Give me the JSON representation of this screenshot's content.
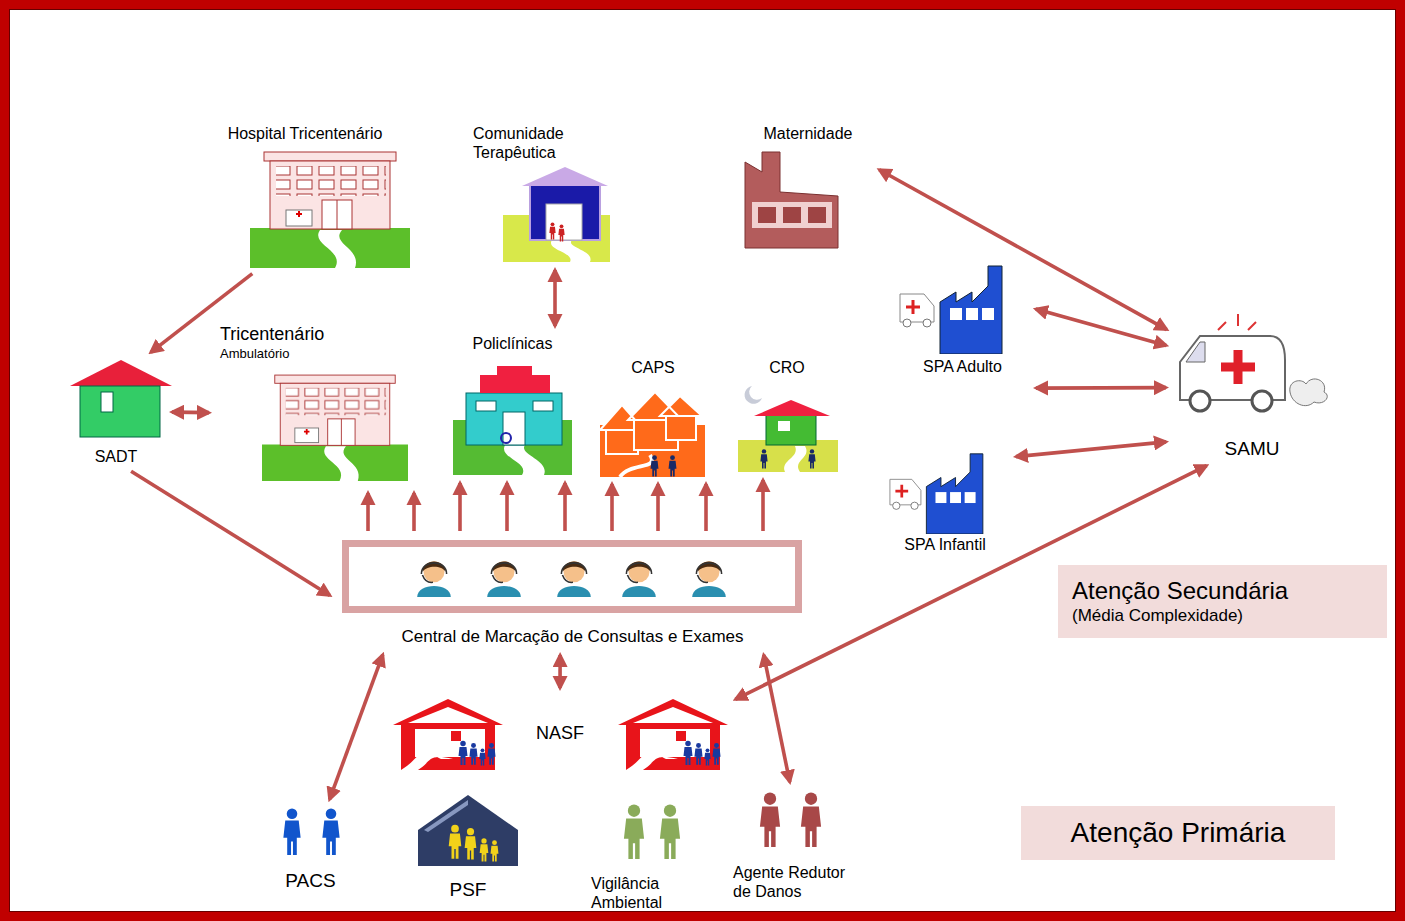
{
  "diagram": {
    "nodes": [
      {
        "text": [
          "Hospital Tricentenário"
        ]
      },
      {
        "text": [
          "Comunidade Terapêutica"
        ]
      },
      {
        "text": [
          "Maternidade"
        ]
      },
      {
        "text": [
          "Tricentenário",
          "Ambulatório"
        ]
      },
      {
        "text": [
          "Policlínicas"
        ]
      },
      {
        "text": [
          "CAPS"
        ]
      },
      {
        "text": [
          "CRO"
        ]
      },
      {
        "text": [
          "SADT"
        ]
      },
      {
        "text": [
          "SPA Adulto"
        ]
      },
      {
        "text": [
          "SPA Infantil"
        ]
      },
      {
        "text": [
          "SAMU"
        ]
      },
      {
        "text": [
          "Central de Marcação de Consultas e Exames"
        ]
      },
      {
        "text": [
          "NASF"
        ]
      },
      {
        "text": [
          "PACS"
        ]
      },
      {
        "text": [
          "PSF"
        ]
      },
      {
        "text": [
          "Vigilância Ambiental"
        ]
      },
      {
        "text": [
          "Agente Redutor de Danos"
        ]
      },
      {
        "text": [
          "Atenção Secundária",
          "(Média Complexidade)"
        ]
      },
      {
        "text": [
          "Atenção Primária"
        ]
      }
    ],
    "edges": [
      {
        "from": 0,
        "to": 7,
        "arrow": "to"
      },
      {
        "from": 1,
        "to": 4,
        "arrow": "both"
      },
      {
        "from": 2,
        "to": 10,
        "arrow": "both"
      },
      {
        "from": 7,
        "to": 3,
        "arrow": "both"
      },
      {
        "from": 7,
        "to": 11,
        "arrow": "to"
      },
      {
        "from": 11,
        "to": 3,
        "arrow": "to"
      },
      {
        "from": 11,
        "to": 3,
        "arrow": "to"
      },
      {
        "from": 11,
        "to": 4,
        "arrow": "to"
      },
      {
        "from": 11,
        "to": 4,
        "arrow": "to"
      },
      {
        "from": 11,
        "to": 4,
        "arrow": "to"
      },
      {
        "from": 11,
        "to": 5,
        "arrow": "to"
      },
      {
        "from": 11,
        "to": 5,
        "arrow": "to"
      },
      {
        "from": 11,
        "to": 5,
        "arrow": "to"
      },
      {
        "from": 11,
        "to": 6,
        "arrow": "to"
      },
      {
        "from": 8,
        "to": 10,
        "arrow": "both"
      },
      {
        "from": 8,
        "to": 10,
        "arrow": "both"
      },
      {
        "from": 9,
        "to": 10,
        "arrow": "both"
      },
      {
        "from": 10,
        "to": 12,
        "arrow": "both"
      },
      {
        "from": 11,
        "to": 13,
        "arrow": "both"
      },
      {
        "from": 11,
        "to": 12,
        "arrow": "both"
      },
      {
        "from": 11,
        "to": 16,
        "arrow": "both"
      }
    ]
  }
}
